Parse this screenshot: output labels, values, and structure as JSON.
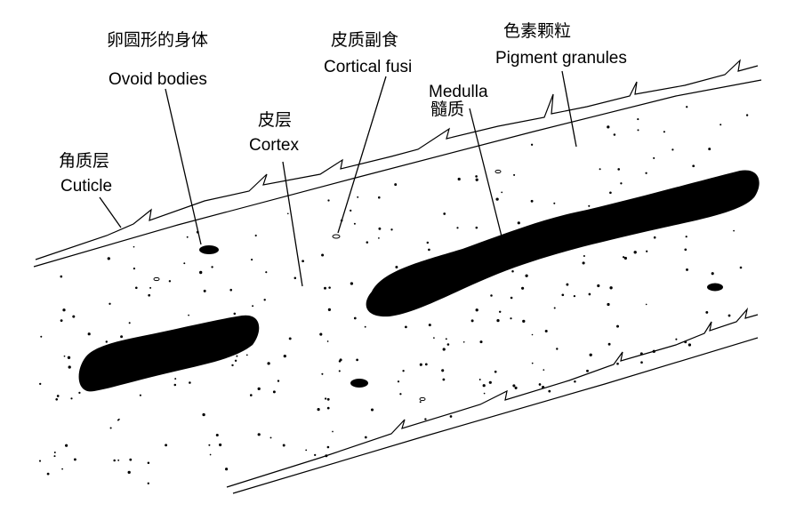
{
  "labels": {
    "ovoid_bodies": {
      "zh": "卵圆形的身体",
      "en": "Ovoid bodies"
    },
    "cortical_fusi": {
      "zh": "皮质副食",
      "en": "Cortical fusi"
    },
    "pigment_granules": {
      "zh": "色素颗粒",
      "en": "Pigment granules"
    },
    "medulla": {
      "en": "Medulla",
      "zh": "髓质"
    },
    "cortex": {
      "zh": "皮层",
      "en": "Cortex"
    },
    "cuticle": {
      "zh": "角质层",
      "en": "Cuticle"
    }
  },
  "colors": {
    "ink": "#000000",
    "background": "#ffffff"
  }
}
